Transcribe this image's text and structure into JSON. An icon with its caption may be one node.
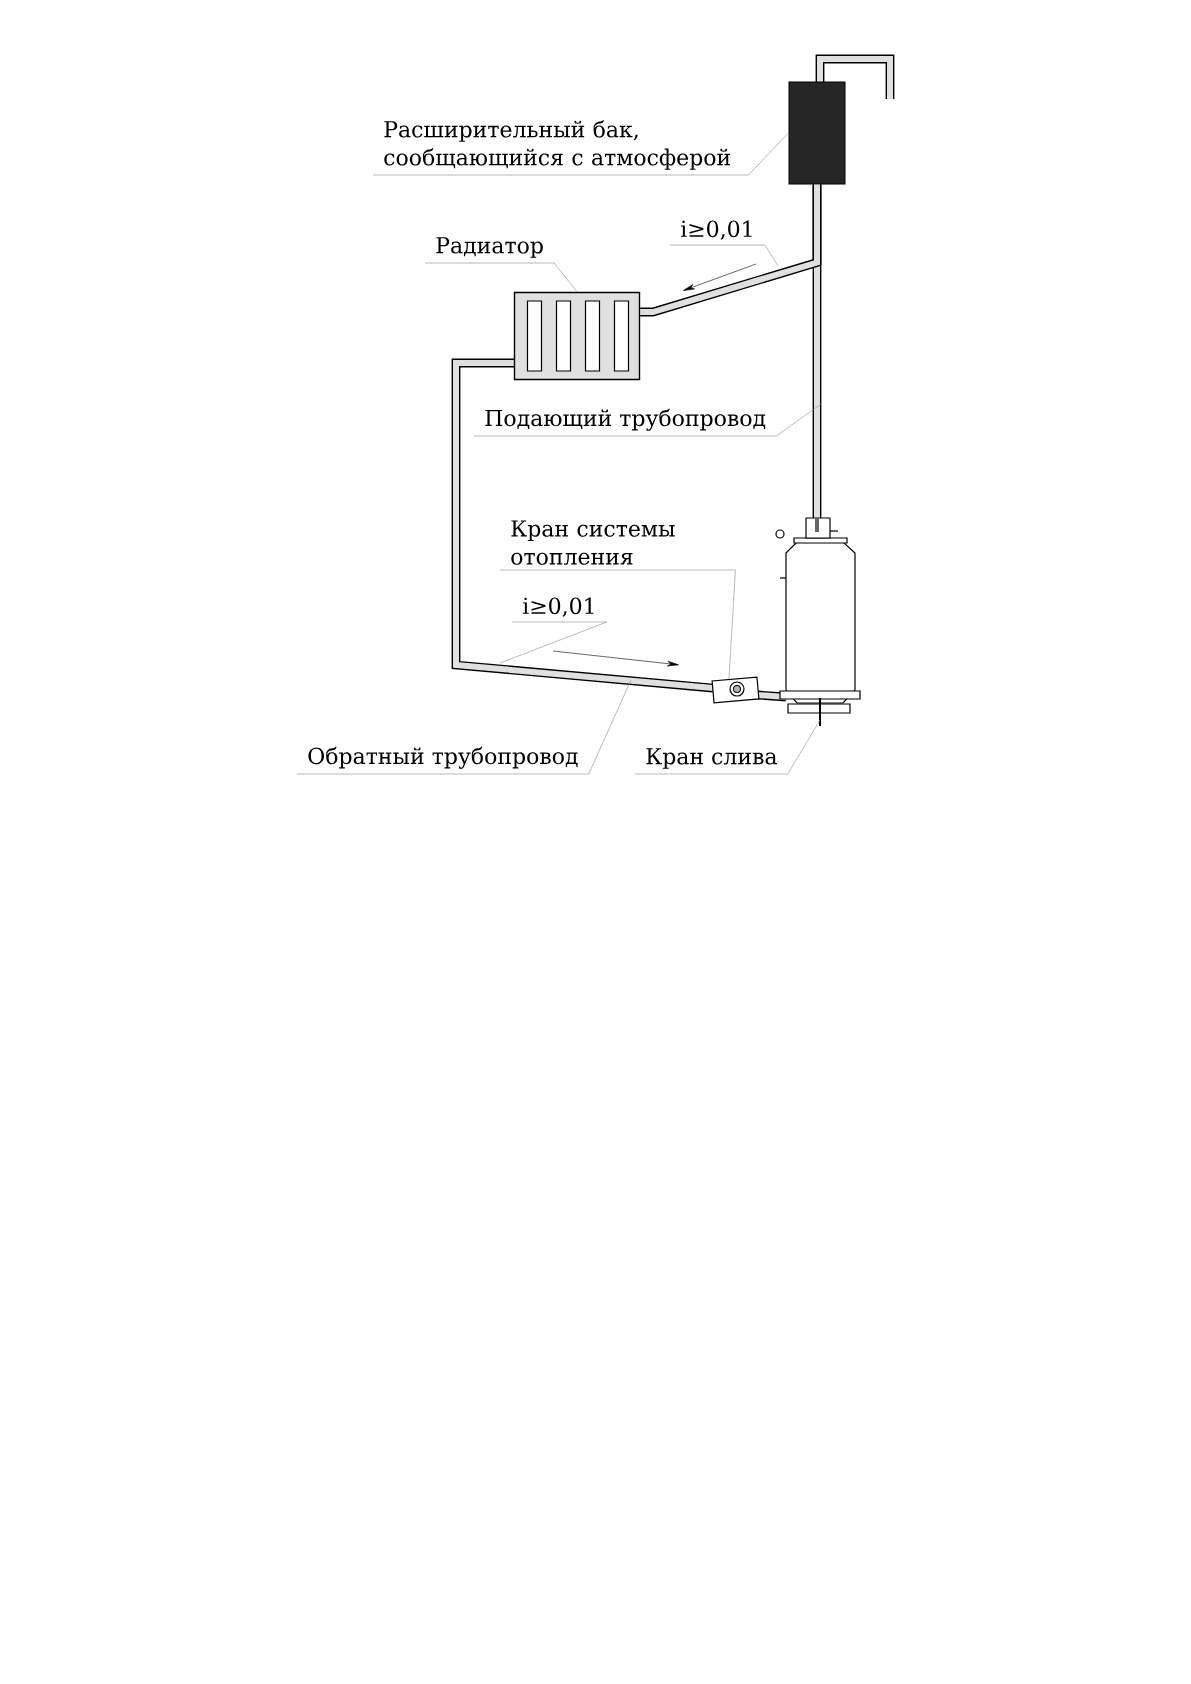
{
  "diagram": {
    "nodes": [
      {
        "text": [
          "Расширительный бак, сообщающийся с атмосферой"
        ]
      },
      {
        "text": [],
        "shape": "box"
      },
      {
        "text": [
          "i≥0,01"
        ]
      },
      {
        "text": [
          "Радиатор"
        ]
      },
      {
        "text": [],
        "shape": "box"
      },
      {
        "text": [
          "Подающий трубопровод"
        ]
      },
      {
        "text": [
          "Кран системы отопления"
        ]
      },
      {
        "text": [
          "i≥0,01"
        ]
      },
      {
        "text": [
          "Обратный трубопровод"
        ]
      },
      {
        "text": [
          "Кран слива"
        ]
      }
    ],
    "edges": [
      {
        "from": 0,
        "to": 1,
        "arrow": "none"
      },
      {
        "from": 2,
        "to": null,
        "arrow": "none"
      },
      {
        "from": 3,
        "to": 4,
        "arrow": "none"
      },
      {
        "from": 5,
        "to": null,
        "arrow": "none"
      },
      {
        "from": 6,
        "to": null,
        "arrow": "none"
      },
      {
        "from": 7,
        "to": null,
        "arrow": "none"
      },
      {
        "from": 8,
        "to": null,
        "arrow": "none"
      },
      {
        "from": 9,
        "to": null,
        "arrow": "none"
      },
      {
        "from": 1,
        "to": 4,
        "arrow": "none",
        "style": "thick",
        "color": "#000000"
      }
    ]
  }
}
